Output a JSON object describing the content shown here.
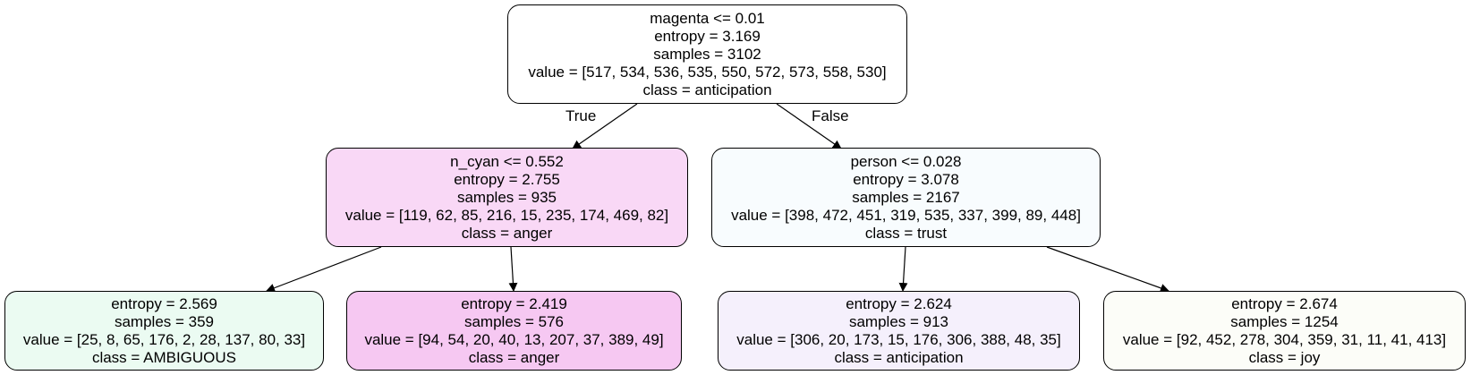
{
  "colors": {
    "root": "#ffffff",
    "n_cyan": "#f9d8f6",
    "person": "#f8fcfe",
    "leaf_ambiguous": "#ebfbf2",
    "leaf_anger": "#f6c8f2",
    "leaf_anticipation": "#f5f0fc",
    "leaf_joy": "#fcfdf8",
    "edge": "#000000"
  },
  "tree": {
    "root": {
      "condition": "magenta <= 0.01",
      "entropy": "entropy = 3.169",
      "samples": "samples = 3102",
      "value": "value = [517, 534, 536, 535, 550, 572, 573, 558, 530]",
      "class": "class = anticipation"
    },
    "edge_true_label": "True",
    "edge_false_label": "False",
    "n_cyan": {
      "condition": "n_cyan <= 0.552",
      "entropy": "entropy = 2.755",
      "samples": "samples = 935",
      "value": "value = [119, 62, 85, 216, 15, 235, 174, 469, 82]",
      "class": "class = anger"
    },
    "person": {
      "condition": "person <= 0.028",
      "entropy": "entropy = 3.078",
      "samples": "samples = 2167",
      "value": "value = [398, 472, 451, 319, 535, 337, 399, 89, 448]",
      "class": "class = trust"
    },
    "leaf_ambiguous": {
      "entropy": "entropy = 2.569",
      "samples": "samples = 359",
      "value": "value = [25, 8, 65, 176, 2, 28, 137, 80, 33]",
      "class": "class = AMBIGUOUS"
    },
    "leaf_anger": {
      "entropy": "entropy = 2.419",
      "samples": "samples = 576",
      "value": "value = [94, 54, 20, 40, 13, 207, 37, 389, 49]",
      "class": "class = anger"
    },
    "leaf_anticipation": {
      "entropy": "entropy = 2.624",
      "samples": "samples = 913",
      "value": "value = [306, 20, 173, 15, 176, 306, 388, 48, 35]",
      "class": "class = anticipation"
    },
    "leaf_joy": {
      "entropy": "entropy = 2.674",
      "samples": "samples = 1254",
      "value": "value = [92, 452, 278, 304, 359, 31, 11, 41, 413]",
      "class": "class = joy"
    }
  }
}
